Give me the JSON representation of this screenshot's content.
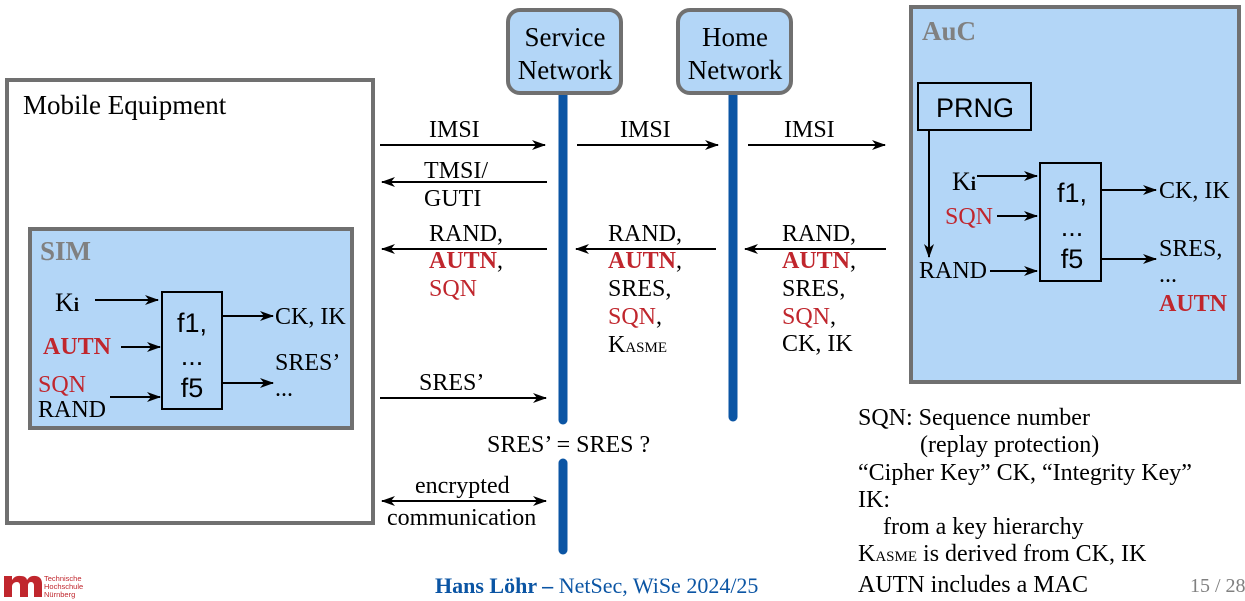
{
  "entities": {
    "service_network": [
      "Service",
      "Network"
    ],
    "home_network": [
      "Home",
      "Network"
    ],
    "auc": "AuC",
    "mobile_equipment": "Mobile Equipment",
    "sim": "SIM"
  },
  "auc_box": {
    "prng": "PRNG",
    "ki": "K",
    "ki_sub": "i",
    "sqn": "SQN",
    "rand": "RAND",
    "func": [
      "f1,",
      "...",
      "f5"
    ],
    "out1": "CK, IK",
    "out2a": "SRES,",
    "out2b": "...",
    "out2c": "AUTN"
  },
  "sim_box": {
    "ki": "K",
    "ki_sub": "i",
    "autn": "AUTN",
    "sqn": "SQN",
    "rand": "RAND",
    "func": [
      "f1,",
      "...",
      "f5"
    ],
    "out1": "CK, IK",
    "out2a": "SRES’",
    "out2b": "..."
  },
  "messages": {
    "imsi": "IMSI",
    "tmsi": "TMSI/",
    "guti": "GUTI",
    "rand": "RAND,",
    "autn": "AUTN",
    "comma": ",",
    "sqn": "SQN",
    "sqn_comma": "SQN,",
    "sres": "SRES,",
    "k": "K",
    "asme": "ASME",
    "ck_ik": "CK, IK",
    "sres_prime": "SRES’",
    "compare": "SRES’ = SRES ?",
    "encrypted": "encrypted",
    "communication": "communication"
  },
  "notes": {
    "line1": "SQN: Sequence number",
    "line2": "(replay protection)",
    "line3": "“Cipher Key” CK, “Integrity Key”",
    "line4": "IK:",
    "line5": "from a key hierarchy",
    "line6_k": "K",
    "line6_sub": "ASME",
    "line6_rest": " is derived from CK, IK",
    "line7": "AUTN includes a MAC"
  },
  "footer": {
    "author": "Hans Löhr –",
    "course": " NetSec, WiSe 2024/25",
    "page": "15 / 28",
    "logo_text": [
      "Technische",
      "Hochschule",
      "Nürnberg"
    ]
  },
  "colors": {
    "box_fill": "#b3d6f7",
    "line_blue": "#0b55a4",
    "red": "#c0262d",
    "gray": "#808080",
    "footer_blue": "#0b55a4",
    "logo_red": "#c0262d"
  }
}
